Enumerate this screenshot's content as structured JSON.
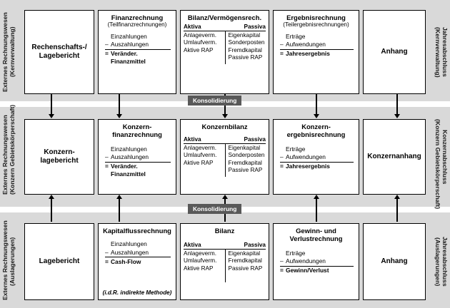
{
  "rows": [
    {
      "left_label": "Externes Rechnungswesen",
      "left_sub": "(Kernverwaltung)",
      "right_label": "Jahresabschluss",
      "right_sub": "(Kernverwaltung)",
      "boxes": {
        "report": {
          "title": "Rechenschafts-/\nLagebericht"
        },
        "finance": {
          "title": "Finanzrechnung",
          "subtitle": "(Teilfinanzrechnungen)",
          "lines": [
            {
              "op": "",
              "text": "Einzahlungen"
            },
            {
              "op": "–",
              "text": "Auszahlungen"
            }
          ],
          "sum_op": "=",
          "sum": "Veränder. Finanzmittel",
          "note": ""
        },
        "balance": {
          "title": "Bilanz/Vermögensrech.",
          "aktiva_header": "Aktiva",
          "passiva_header": "Passiva",
          "aktiva": [
            "Anlageverm.",
            "Umlaufverm.",
            "Aktive RAP"
          ],
          "passiva": [
            "Eigenkapital",
            "Sonderposten",
            "Fremdkapital",
            "Passive RAP"
          ]
        },
        "result": {
          "title": "Ergebnisrechnung",
          "subtitle": "(Teilergebnisrechnungen)",
          "lines": [
            {
              "op": "",
              "text": "Erträge"
            },
            {
              "op": "–",
              "text": "Aufwendungen"
            }
          ],
          "sum_op": "=",
          "sum": "Jahresergebnis"
        },
        "appendix": {
          "title": "Anhang"
        }
      }
    },
    {
      "left_label": "Externes Rechnungswesen",
      "left_sub": "(Konzern Gebietskörperschaft)",
      "right_label": "Konzernabschluss",
      "right_sub": "(Konzern Gebietskörperschaft)",
      "boxes": {
        "report": {
          "title": "Konzern-\nlagebericht"
        },
        "finance": {
          "title": "Konzern-\nfinanzrechnung",
          "subtitle": "",
          "lines": [
            {
              "op": "",
              "text": "Einzahlungen"
            },
            {
              "op": "–",
              "text": "Auszahlungen"
            }
          ],
          "sum_op": "=",
          "sum": "Veränder. Finanzmittel",
          "note": ""
        },
        "balance": {
          "title": "Konzernbilanz",
          "aktiva_header": "Aktiva",
          "passiva_header": "Passiva",
          "aktiva": [
            "Anlageverm.",
            "Umlaufverm.",
            "Aktive RAP"
          ],
          "passiva": [
            "Eigenkapital",
            "Sonderposten",
            "Fremdkapital",
            "Passive RAP"
          ]
        },
        "result": {
          "title": "Konzern-\nergebnisrechnung",
          "subtitle": "",
          "lines": [
            {
              "op": "",
              "text": "Erträge"
            },
            {
              "op": "–",
              "text": "Aufwendungen"
            }
          ],
          "sum_op": "=",
          "sum": "Jahresergebnis"
        },
        "appendix": {
          "title": "Konzernanhang"
        }
      }
    },
    {
      "left_label": "Externes Rechnungswesen",
      "left_sub": "(Auslagerungen)",
      "right_label": "Jahresabschluss",
      "right_sub": "(Auslagerungen)",
      "boxes": {
        "report": {
          "title": "Lagebericht"
        },
        "finance": {
          "title": "Kapitalflussrechnung",
          "subtitle": "",
          "lines": [
            {
              "op": "",
              "text": "Einzahlungen"
            },
            {
              "op": "–",
              "text": "Auszahlungen"
            }
          ],
          "sum_op": "=",
          "sum": "Cash-Flow",
          "note": "(i.d.R. indirekte Methode)"
        },
        "balance": {
          "title": "Bilanz",
          "aktiva_header": "Aktiva",
          "passiva_header": "Passiva",
          "aktiva": [
            "Anlageverm.",
            "Umlaufverm.",
            "Aktive RAP"
          ],
          "passiva": [
            "Eigenkapital",
            "Fremdkapital",
            "Passive RAP"
          ]
        },
        "result": {
          "title": "Gewinn- und\nVerlustrechnung",
          "subtitle": "",
          "lines": [
            {
              "op": "",
              "text": "Erträge"
            },
            {
              "op": "–",
              "text": "Aufwendungen"
            }
          ],
          "sum_op": "=",
          "sum": "Gewinn/Verlust"
        },
        "appendix": {
          "title": "Anhang"
        }
      }
    }
  ],
  "connectors": {
    "badge_top_label": "Konsolidierung",
    "badge_bottom_label": "Konsolidierung"
  },
  "colors": {
    "band": "#d9d9d9",
    "box_fill": "#ffffff",
    "box_border": "#000000",
    "badge_fill": "#595959",
    "badge_text": "#ffffff"
  }
}
